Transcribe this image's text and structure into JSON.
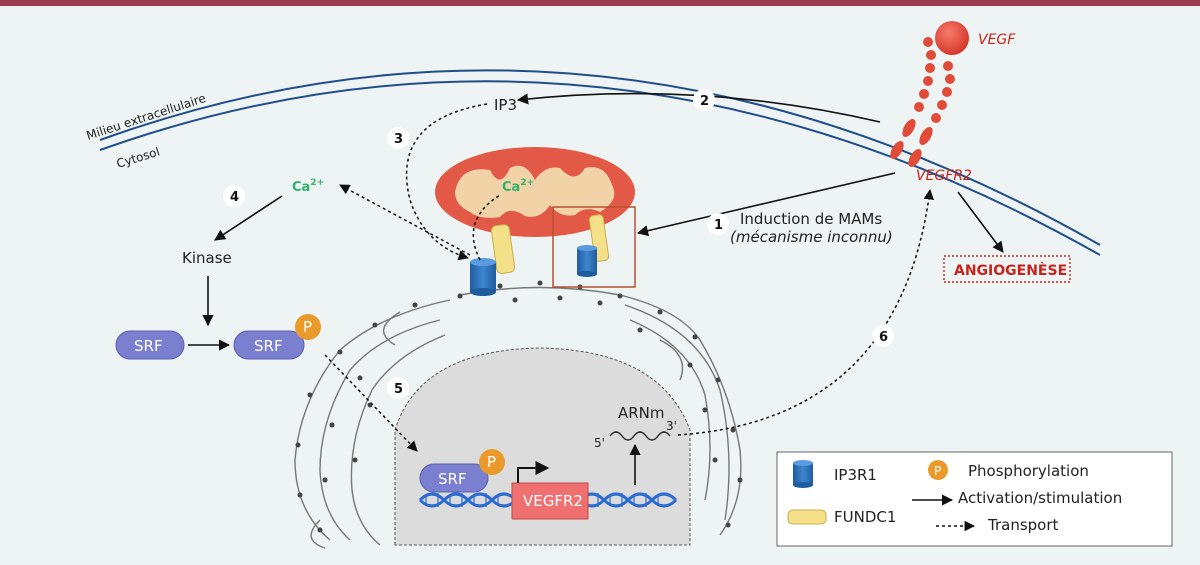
{
  "colors": {
    "top_bar": "#9a3b52",
    "background": "#eef3f3",
    "membrane": "#1f4e8a",
    "receptor": "#e04b3a",
    "mito_outer": "#e25a47",
    "mito_inner": "#f2d3a8",
    "ip3r1": "#2e6fb3",
    "fundc1": "#f5e08a",
    "srf": "#7a7fcf",
    "phospho": "#ea9a2a",
    "dna": "#2d6bd1",
    "vegfr2_gene": "#f07070",
    "calcium": "#2fb36a",
    "angiogenese": "#c8241c"
  },
  "labels": {
    "milieu": "Milieu extracellulaire",
    "cytosol": "Cytosol",
    "vegf": "VEGF",
    "vegfr2": "VEGFR2",
    "ip3": "IP3",
    "ca_main": "Ca",
    "ca_mito": "Ca",
    "ca_sup": "2+",
    "kinase": "Kinase",
    "srf": "SRF",
    "p": "P",
    "induction": "Induction de MAMs",
    "mecanisme": "(mécanisme inconnu)",
    "angiogenese": "ANGIOGENÈSE",
    "arnm": "ARNm",
    "five_prime": "5'",
    "three_prime": "3'",
    "vegfr2_gene": "VEGFR2"
  },
  "steps": [
    "1",
    "2",
    "3",
    "4",
    "5",
    "6"
  ],
  "legend": {
    "ip3r1": "IP3R1",
    "fundc1": "FUNDC1",
    "phosphorylation": "Phosphorylation",
    "activation": "Activation/stimulation",
    "transport": "Transport"
  }
}
